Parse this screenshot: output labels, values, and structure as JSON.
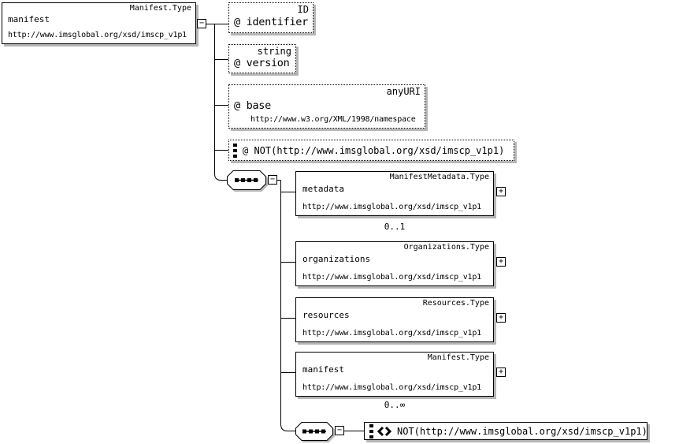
{
  "icons": {
    "collapse": "−",
    "expand": "+"
  },
  "root": {
    "type": "Manifest.Type",
    "name": "manifest",
    "namespace": "http://www.imsglobal.org/xsd/imscp_v1p1"
  },
  "attributes": [
    {
      "type": "ID",
      "name": "@ identifier"
    },
    {
      "type": "string",
      "name": "@ version"
    },
    {
      "type": "anyURI",
      "name": "@ base",
      "namespace": "http://www.w3.org/XML/1998/namespace"
    },
    {
      "name": "@ NOT(http://www.imsglobal.org/xsd/imscp_v1p1)"
    }
  ],
  "children": [
    {
      "type": "ManifestMetadata.Type",
      "name": "metadata",
      "namespace": "http://www.imsglobal.org/xsd/imscp_v1p1",
      "cardinality": "0..1"
    },
    {
      "type": "Organizations.Type",
      "name": "organizations",
      "namespace": "http://www.imsglobal.org/xsd/imscp_v1p1"
    },
    {
      "type": "Resources.Type",
      "name": "resources",
      "namespace": "http://www.imsglobal.org/xsd/imscp_v1p1"
    },
    {
      "type": "Manifest.Type",
      "name": "manifest",
      "namespace": "http://www.imsglobal.org/xsd/imscp_v1p1",
      "cardinality": "0..∞"
    }
  ],
  "any_element": {
    "label": "NOT(http://www.imsglobal.org/xsd/imscp_v1p1)"
  }
}
